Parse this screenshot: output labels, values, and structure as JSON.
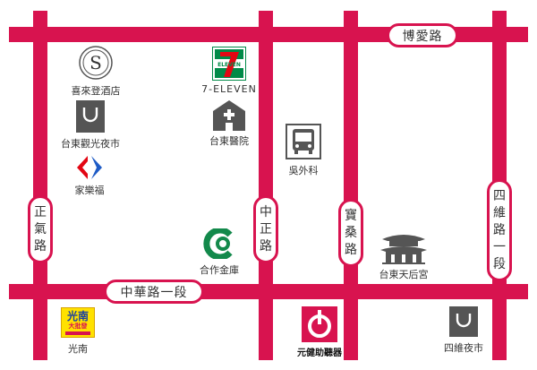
{
  "roads": {
    "bo_ai": "博愛路",
    "zhonghua": "中華路一段",
    "zhengqi": [
      "正",
      "氣",
      "路"
    ],
    "zhongzheng": [
      "中",
      "正",
      "路"
    ],
    "baosang": [
      "寶",
      "桑",
      "路"
    ],
    "siwei": [
      "四",
      "維",
      "路",
      "一",
      "段"
    ]
  },
  "landmarks": {
    "sheraton": "喜來登酒店",
    "night_market": "台東觀光夜市",
    "carrefour": "家樂福",
    "seven_eleven": "7-ELEVEN",
    "seven_logo_text": "ELEVEN",
    "hospital": "台東醫院",
    "wu_clinic": "吳外科",
    "cooperative_bank": "合作金庫",
    "tianhou_temple": "台東天后宮",
    "guangnan": "光南",
    "guangnan_logo_top": "光南",
    "guangnan_logo_mid": "大批發",
    "yuanjian_logo_text": "元健助聽器",
    "siwei_night_market": "四維夜市"
  },
  "colors": {
    "road": "#d8134f",
    "seven_green": "#008a48",
    "seven_orange": "#f37021",
    "carrefour_blue": "#1e5bc6",
    "carrefour_red": "#e30613",
    "bank_green": "#13894b",
    "guangnan_yellow": "#ffe100"
  }
}
